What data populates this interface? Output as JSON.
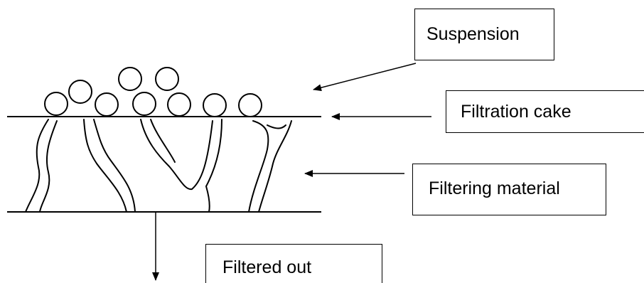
{
  "labels": {
    "suspension": "Suspension",
    "filtration_cake": "Filtration cake",
    "filtering_material": "Filtering material",
    "filtered_out": "Filtered out"
  },
  "colors": {
    "line": "#000000",
    "background": "#ffffff"
  }
}
